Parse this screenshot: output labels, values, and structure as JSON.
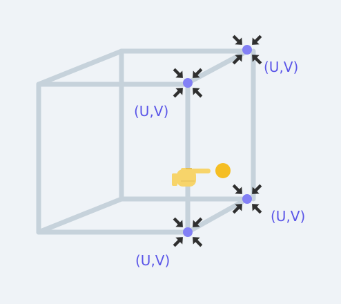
{
  "diagram": {
    "vertex_labels": [
      "(U,V)",
      "(U,V)",
      "(U,V)",
      "(U,V)"
    ],
    "colors": {
      "background": "#eff3f7",
      "edges": "#c6d2db",
      "vertex": "#8380f5",
      "arrows": "#2f2f2f",
      "label": "#5b56e8",
      "hand": "#f7d46a",
      "dot": "#f5be24"
    },
    "icons": [
      "pointing-hand-icon",
      "inward-arrow-icon"
    ]
  }
}
